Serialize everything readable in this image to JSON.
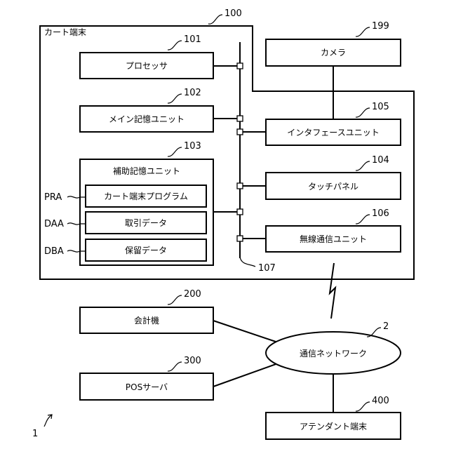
{
  "terminal": {
    "title": "カート端末",
    "ref": "100"
  },
  "processor": {
    "label": "プロセッサ",
    "ref": "101"
  },
  "main_memory": {
    "label": "メイン記憶ユニット",
    "ref": "102"
  },
  "aux_memory": {
    "label": "補助記憶ユニット",
    "ref": "103",
    "items": [
      {
        "label": "カート端末プログラム",
        "tag": "PRA"
      },
      {
        "label": "取引データ",
        "tag": "DAA"
      },
      {
        "label": "保留データ",
        "tag": "DBA"
      }
    ]
  },
  "touch_panel": {
    "label": "タッチパネル",
    "ref": "104"
  },
  "interface": {
    "label": "インタフェースユニット",
    "ref": "105"
  },
  "wireless": {
    "label": "無線通信ユニット",
    "ref": "106"
  },
  "bus": {
    "ref": "107"
  },
  "camera": {
    "label": "カメラ",
    "ref": "199"
  },
  "accounting": {
    "label": "会計機",
    "ref": "200"
  },
  "pos_server": {
    "label": "POSサーバ",
    "ref": "300"
  },
  "attendant": {
    "label": "アテンダント端末",
    "ref": "400"
  },
  "network": {
    "label": "通信ネットワーク",
    "ref": "2"
  },
  "figure": {
    "ref": "1"
  }
}
